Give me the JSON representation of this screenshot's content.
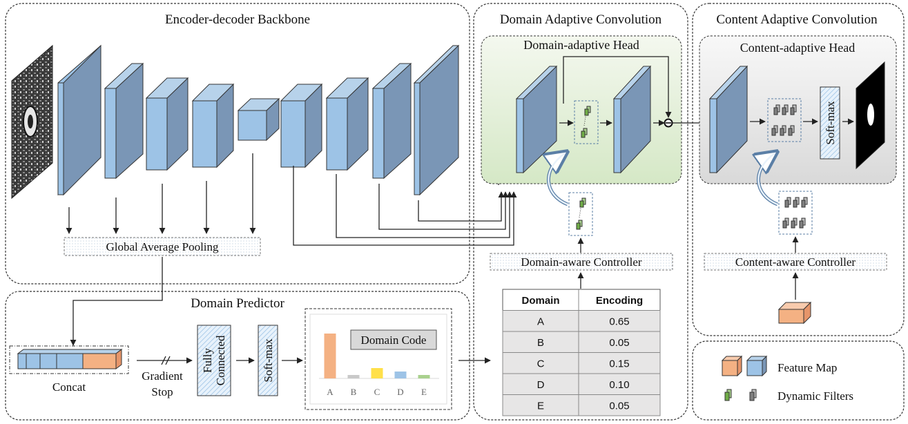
{
  "sections": {
    "backbone": "Encoder-decoder Backbone",
    "domain_conv": "Domain Adaptive Convolution",
    "content_conv": "Content Adaptive Convolution",
    "predictor": "Domain Predictor"
  },
  "heads": {
    "domain_head": "Domain-adaptive Head",
    "content_head": "Content-adaptive Head"
  },
  "labels": {
    "gap": "Global Average Pooling",
    "concat": "Concat",
    "gradient": "Gradient",
    "stop": "Stop",
    "fc_line1": "Fully",
    "fc_line2": "Connected",
    "softmax": "Soft-max",
    "softmax2": "Soft-max",
    "domain_code": "Domain Code",
    "domain_controller": "Domain-aware Controller",
    "content_controller": "Content-aware Controller"
  },
  "legend": {
    "feature_map": "Feature Map",
    "dynamic_filters": "Dynamic Filters"
  },
  "chart_data": {
    "type": "bar",
    "categories": [
      "A",
      "B",
      "C",
      "D",
      "E"
    ],
    "values": [
      0.65,
      0.05,
      0.15,
      0.1,
      0.05
    ],
    "colors": [
      "#f4b183",
      "#c9c9c9",
      "#ffe04a",
      "#9dc3e6",
      "#a9d18e"
    ],
    "title": "Domain Code",
    "ylim": [
      0,
      0.7
    ]
  },
  "table": {
    "headers": [
      "Domain",
      "Encoding"
    ],
    "rows": [
      [
        "A",
        "0.65"
      ],
      [
        "B",
        "0.05"
      ],
      [
        "C",
        "0.15"
      ],
      [
        "D",
        "0.10"
      ],
      [
        "E",
        "0.05"
      ]
    ]
  },
  "colors": {
    "feature_front": "#7a96b6",
    "feature_light": "#9dc3e6",
    "orange": "#f4b183",
    "head_green_top": "#f4f8ef",
    "head_green_bottom": "#d5e8c6",
    "head_gray_top": "#f8f8f8",
    "head_gray_bottom": "#d9d9d9"
  }
}
